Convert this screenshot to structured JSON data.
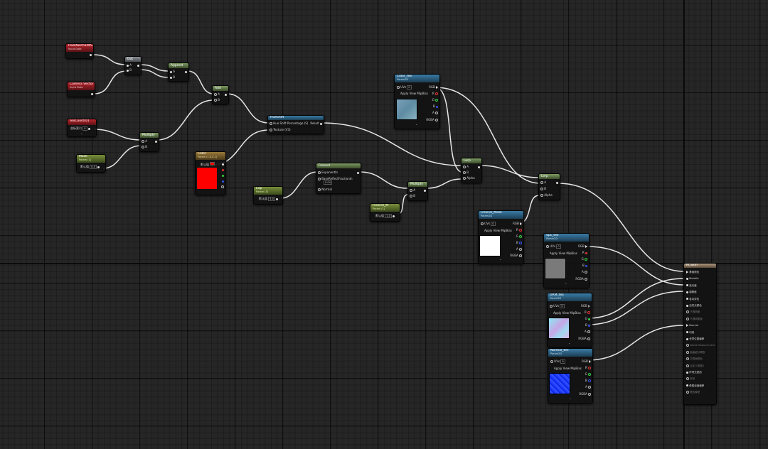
{
  "nodes": {
    "pixel_normal": {
      "title": "PixelNormalWS",
      "subtitle": "Input Data"
    },
    "camera_vector": {
      "title": "Camera Vector",
      "subtitle": "Input Data"
    },
    "tex_coord": {
      "title": "TexCoord[0]",
      "subtitle": "",
      "param_label": "坐标索引",
      "param_value": "0"
    },
    "const_a": {
      "title": "Mask",
      "subtitle": "Param (1)",
      "param_label": "默认值",
      "param_value": "0.5"
    },
    "dot": {
      "title": "Dot",
      "pin_a": "A",
      "pin_b": "B"
    },
    "append": {
      "title": "Append",
      "pin_a": "A",
      "pin_b": "B"
    },
    "add": {
      "title": "Add",
      "pin_a": "A",
      "pin_b": "B"
    },
    "multiply1": {
      "title": "Multiply",
      "pin_a": "A",
      "pin_b": "B"
    },
    "hueshift": {
      "title": "HueShift",
      "pin1": "Hue Shift Percentage (S)",
      "pin_out": "Result",
      "pin2": "Texture (V3)"
    },
    "color_param": {
      "title": "Color",
      "subtitle": "Param (1,0,0,1)",
      "label": "默认值"
    },
    "color_swatch": "#ff0000",
    "fresnel": {
      "title": "Fresnel",
      "pin1": "ExponentIn",
      "pin2": "BaseReflectFractionIn",
      "pin2_val": "0.04",
      "pin3": "Normal"
    },
    "exp_param": {
      "title": "Exp",
      "subtitle": "Param (5)",
      "label": "默认值",
      "value": "5.0"
    },
    "multiply2": {
      "title": "Multiply",
      "pin_a": "A",
      "pin_b": "B"
    },
    "fresnel_param": {
      "title": "Fresnel_M",
      "subtitle": "Param (1)",
      "label": "默认值",
      "value": "1.0"
    },
    "color_tex": {
      "title": "Color_tex",
      "subtitle": "Param2D",
      "uvs_label": "UVs",
      "uvs_value": "0",
      "mip_label": "Apply View MipBias"
    },
    "lerp1": {
      "title": "Lerp",
      "pin_a": "A",
      "pin_b": "B",
      "pin_alpha": "Alpha"
    },
    "lerp2": {
      "title": "Lerp",
      "pin_a": "A",
      "pin_b": "B",
      "pin_alpha": "Alpha"
    },
    "fresnel_mask": {
      "title": "Fresnel_Mask",
      "subtitle": "Param2D",
      "uvs_label": "UVs",
      "uvs_value": "0",
      "mip_label": "Apply View MipBias"
    },
    "spc_tex": {
      "title": "Spc_tex",
      "subtitle": "Param2D",
      "uvs_label": "UVs",
      "uvs_value": "0",
      "mip_label": "Apply View MipBias"
    },
    "orm_tex": {
      "title": "ORM_tex",
      "subtitle": "Param2D",
      "uvs_label": "UVs",
      "uvs_value": "0",
      "mip_label": "Apply View MipBias"
    },
    "normal_tex": {
      "title": "Normal_tex",
      "subtitle": "Param2D",
      "uvs_label": "UVs",
      "uvs_value": "0",
      "mip_label": "Apply View MipBias"
    },
    "texture_outputs": {
      "rgb": "RGB",
      "r": "R",
      "g": "G",
      "b": "B",
      "a": "A",
      "rgba": "RGBA"
    },
    "material": {
      "title": "M_Skin",
      "pins": [
        "基础颜色",
        "Metallic",
        "高光度",
        "粗糙度",
        "各向异性",
        "自发光颜色",
        "不透明度",
        "不透明蒙版",
        "Normal",
        "切线",
        "世界位置偏移",
        "World Displacement",
        "曲面细分乘数",
        "次表面颜色",
        "自定义数据0",
        "环境光遮挡",
        "折射",
        "像素深度偏移",
        "着色模型"
      ],
      "active": [
        true,
        true,
        true,
        true,
        true,
        true,
        false,
        false,
        true,
        true,
        true,
        false,
        false,
        false,
        false,
        true,
        false,
        true,
        false
      ]
    }
  }
}
